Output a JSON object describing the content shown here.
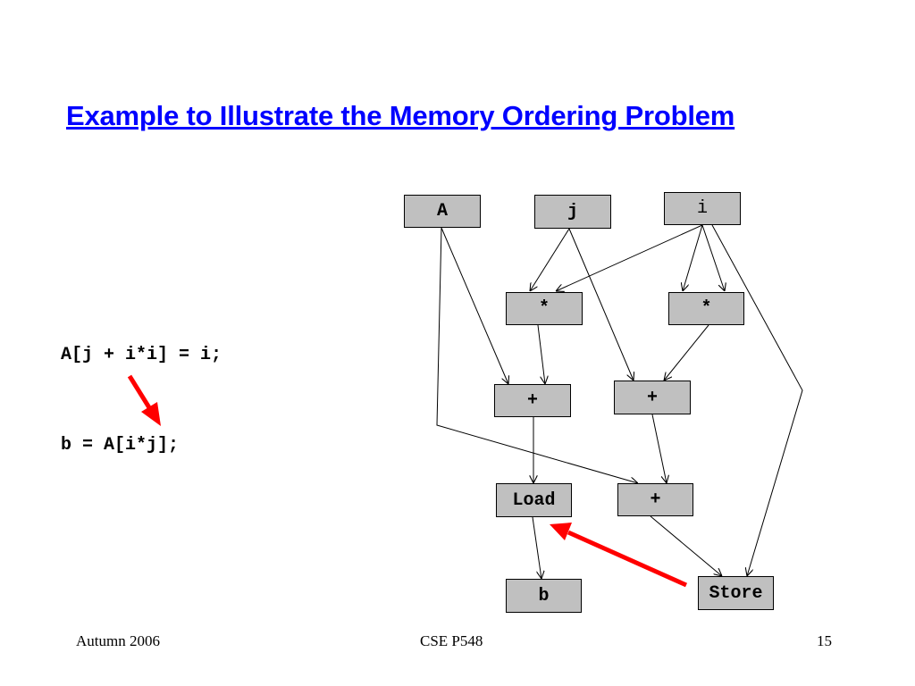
{
  "slide": {
    "title": "Example to Illustrate the Memory Ordering Problem",
    "code_line_1": "A[j + i*i] = i;",
    "code_line_2": "b = A[i*j];"
  },
  "diagram": {
    "nodes": {
      "A": "A",
      "j": "j",
      "i": "i",
      "mul_left": "*",
      "mul_right": "*",
      "add_left": "+",
      "add_middle": "+",
      "add_lower": "+",
      "load": "Load",
      "store": "Store",
      "b": "b"
    },
    "node_fill": "#c0c0c0",
    "arrow_color": "#ff0000"
  },
  "footer": {
    "left": "Autumn 2006",
    "center": "CSE P548",
    "right": "15"
  },
  "colors": {
    "title": "#0000ff",
    "text": "#000000",
    "background": "#ffffff"
  }
}
